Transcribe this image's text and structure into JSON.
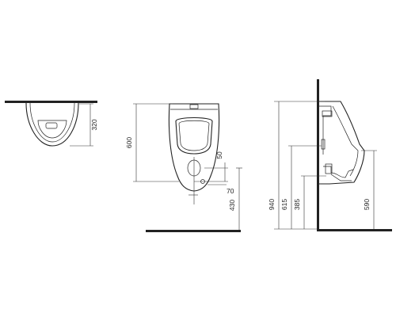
{
  "dimensions": {
    "top_view_depth": "320",
    "front_height": "600",
    "front_outlet_offset": "50",
    "front_outlet_height": "70",
    "front_floor_height": "430",
    "side_total_height": "940",
    "side_inlet_height": "615",
    "side_outlet_height": "385",
    "side_rim_height": "590"
  },
  "colors": {
    "line": "#222222",
    "background": "#ffffff"
  }
}
